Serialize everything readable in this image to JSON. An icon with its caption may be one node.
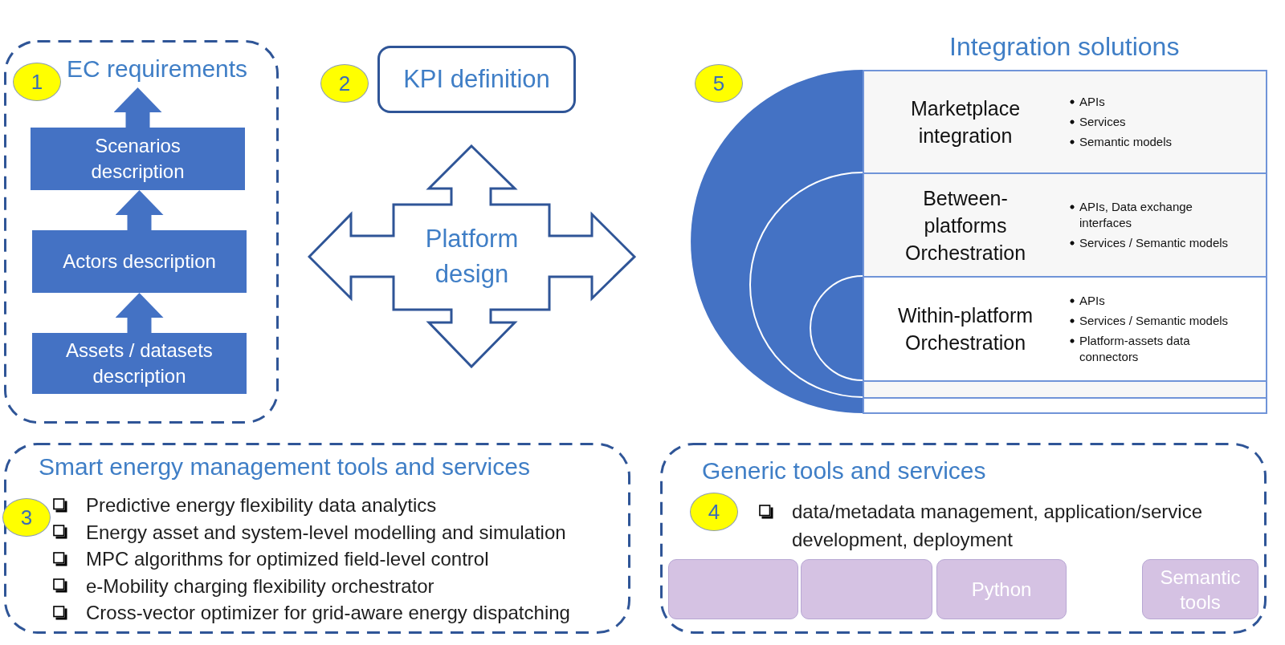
{
  "diagram": {
    "nodes": [
      {
        "text": [],
        "shape": "box"
      },
      {
        "text": [
          "1"
        ],
        "in": 0
      },
      {
        "text": [
          "EC requirements"
        ],
        "in": 0
      },
      {
        "text": [
          "Scenarios description"
        ],
        "in": 0
      },
      {
        "text": [
          "Actors description"
        ],
        "in": 0
      },
      {
        "text": [
          "Assets / datasets description"
        ],
        "in": 0
      },
      {
        "text": [
          "2"
        ]
      },
      {
        "text": [
          "KPI definition"
        ]
      },
      {
        "text": [
          "5"
        ]
      },
      {
        "text": [
          "Platform design"
        ]
      },
      {
        "text": [
          "Marketplace integration",
          "APIs",
          "Services",
          "Semantic models"
        ]
      },
      {
        "text": [
          "Between-platforms Orchestration",
          "APIs, Data exchange interfaces",
          "Services / Semantic models"
        ]
      },
      {
        "text": [
          "Within-platform Orchestration",
          "APIs",
          "Services / Semantic models",
          "Platform-assets data connectors"
        ]
      },
      {
        "text": [],
        "shape": "box"
      },
      {
        "text": [],
        "shape": "box"
      },
      {
        "text": [
          "Smart energy management tools and services",
          "Predictive energy flexibility data analytics",
          "Energy asset and system-level modelling and simulation",
          "MPC algorithms for optimized field-level control",
          "e-Mobility charging flexibility orchestrator",
          "Cross-vector optimizer for grid-aware energy dispatching"
        ]
      },
      {
        "text": [
          "3"
        ],
        "in": 15
      },
      {
        "text": [
          "Generic tools and services",
          "data/metadata management, application/service development, deployment"
        ]
      },
      {
        "text": [
          "4"
        ],
        "in": 17
      },
      {
        "text": [],
        "shape": "box",
        "in": 17
      },
      {
        "text": [],
        "shape": "box",
        "in": 17
      },
      {
        "text": [
          "Python"
        ],
        "in": 17
      },
      {
        "text": [
          "Semantic tools"
        ],
        "in": 17
      }
    ],
    "edges": [
      {
        "from": 3,
        "to": 2,
        "arrow": "to"
      },
      {
        "from": 4,
        "to": 3,
        "arrow": "to"
      },
      {
        "from": 5,
        "to": 4,
        "arrow": "to"
      }
    ],
    "labels": [
      "Integration solutions"
    ]
  }
}
